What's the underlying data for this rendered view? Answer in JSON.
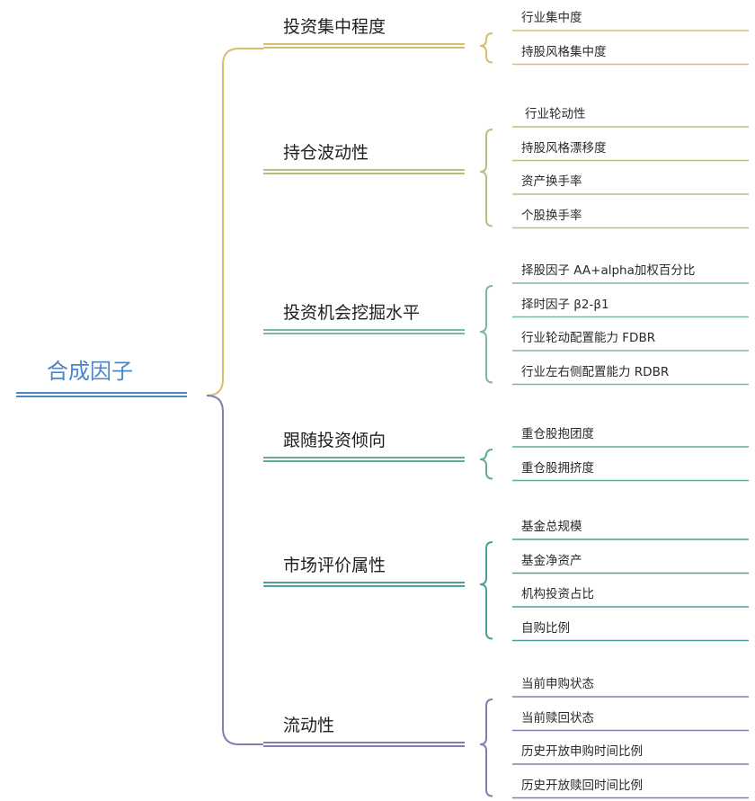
{
  "root": {
    "label": "合成因子",
    "color": "#4a86c8"
  },
  "categories": [
    {
      "label": "投资集中程度",
      "color": "#d8bf6e",
      "leaves": [
        "行业集中度",
        "持股风格集中度"
      ]
    },
    {
      "label": "持仓波动性",
      "color": "#b3c27f",
      "leaves": [
        "行业轮动性",
        "持股风格漂移度",
        "资产换手率",
        "个股换手率"
      ]
    },
    {
      "label": "投资机会挖掘水平",
      "color": "#7fb79a",
      "leaves": [
        "择股因子 AA+alpha加权百分比",
        "择时因子 β2-β1",
        "行业轮动配置能力 FDBR",
        "行业左右侧配置能力 RDBR"
      ]
    },
    {
      "label": "跟随投资倾向",
      "color": "#64ab9c",
      "leaves": [
        "重仓股抱团度",
        "重仓股拥挤度"
      ]
    },
    {
      "label": "市场评价属性",
      "color": "#4f9d98",
      "leaves": [
        "基金总规模",
        "基金净资产",
        "机构投资占比",
        "自购比例"
      ]
    },
    {
      "label": "流动性",
      "color": "#807fb2",
      "leaves": [
        "当前申购状态",
        "当前赎回状态",
        "历史开放申购时间比例",
        "历史开放赎回时间比例"
      ]
    }
  ]
}
